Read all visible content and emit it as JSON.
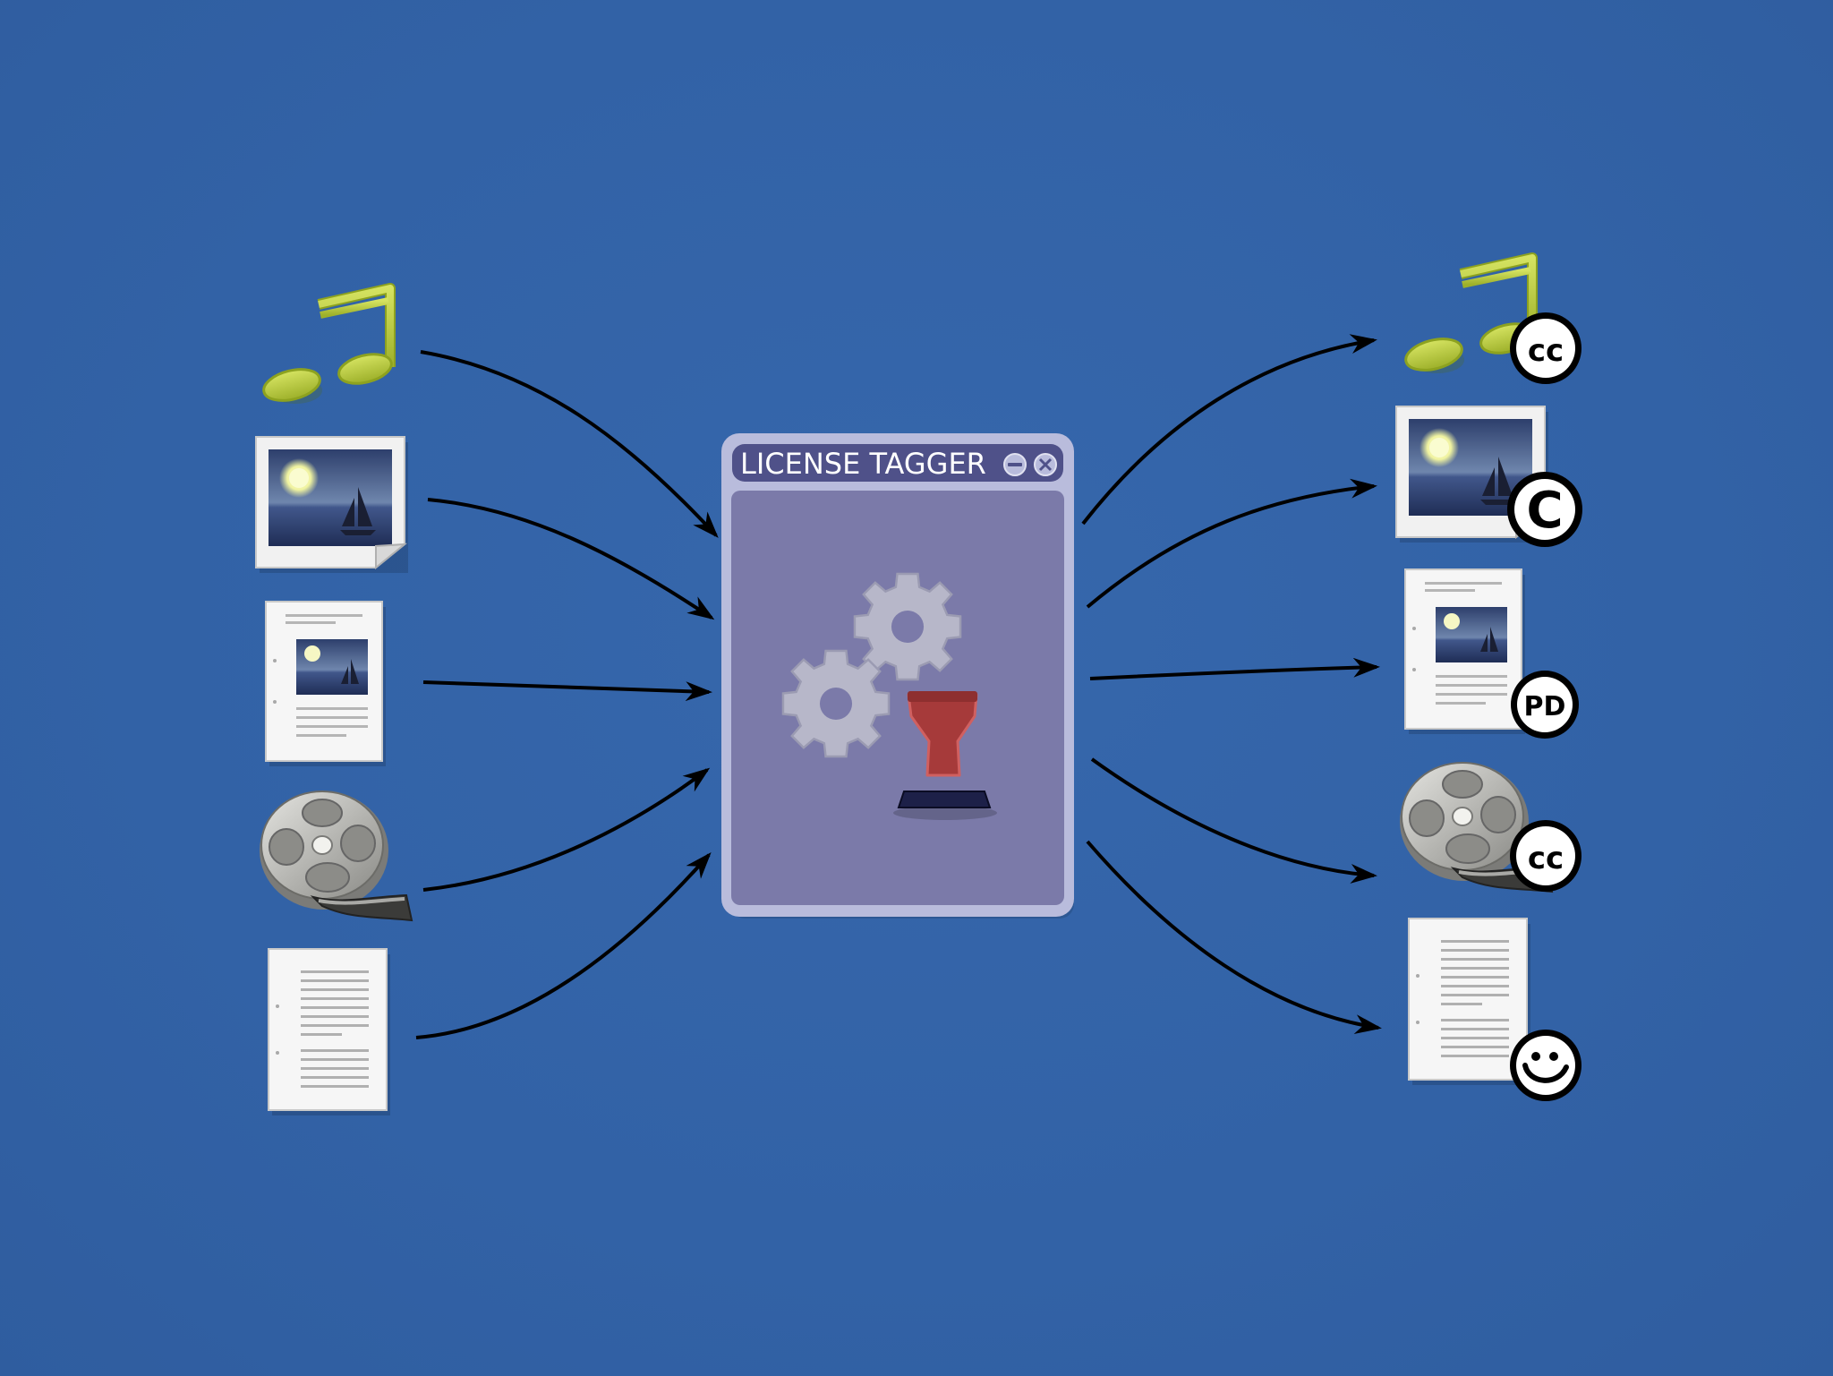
{
  "window": {
    "title": "LICENSE TAGGER",
    "minimize_icon": "minimize-icon",
    "close_icon": "close-icon",
    "gear_icons": [
      "gear-icon",
      "gear-icon"
    ],
    "stamp_icon": "stamp-icon"
  },
  "inputs": [
    {
      "icon": "music-note-icon"
    },
    {
      "icon": "image-file-icon"
    },
    {
      "icon": "document-with-image-icon"
    },
    {
      "icon": "film-reel-icon"
    },
    {
      "icon": "text-document-icon"
    }
  ],
  "outputs": [
    {
      "icon": "music-note-icon",
      "badge": "cc"
    },
    {
      "icon": "image-file-icon",
      "badge": "C"
    },
    {
      "icon": "document-with-image-icon",
      "badge": "PD"
    },
    {
      "icon": "film-reel-icon",
      "badge": "cc"
    },
    {
      "icon": "text-document-icon",
      "badge": "smiley"
    }
  ],
  "colors": {
    "background": "#3463a7",
    "window_frame": "#b9bcdc",
    "window_body": "#7b7aa9",
    "title_bar": "#4f5189",
    "music_note": "#b9cc3c",
    "stamp": "#a63a3a",
    "arrow": "#000000"
  }
}
